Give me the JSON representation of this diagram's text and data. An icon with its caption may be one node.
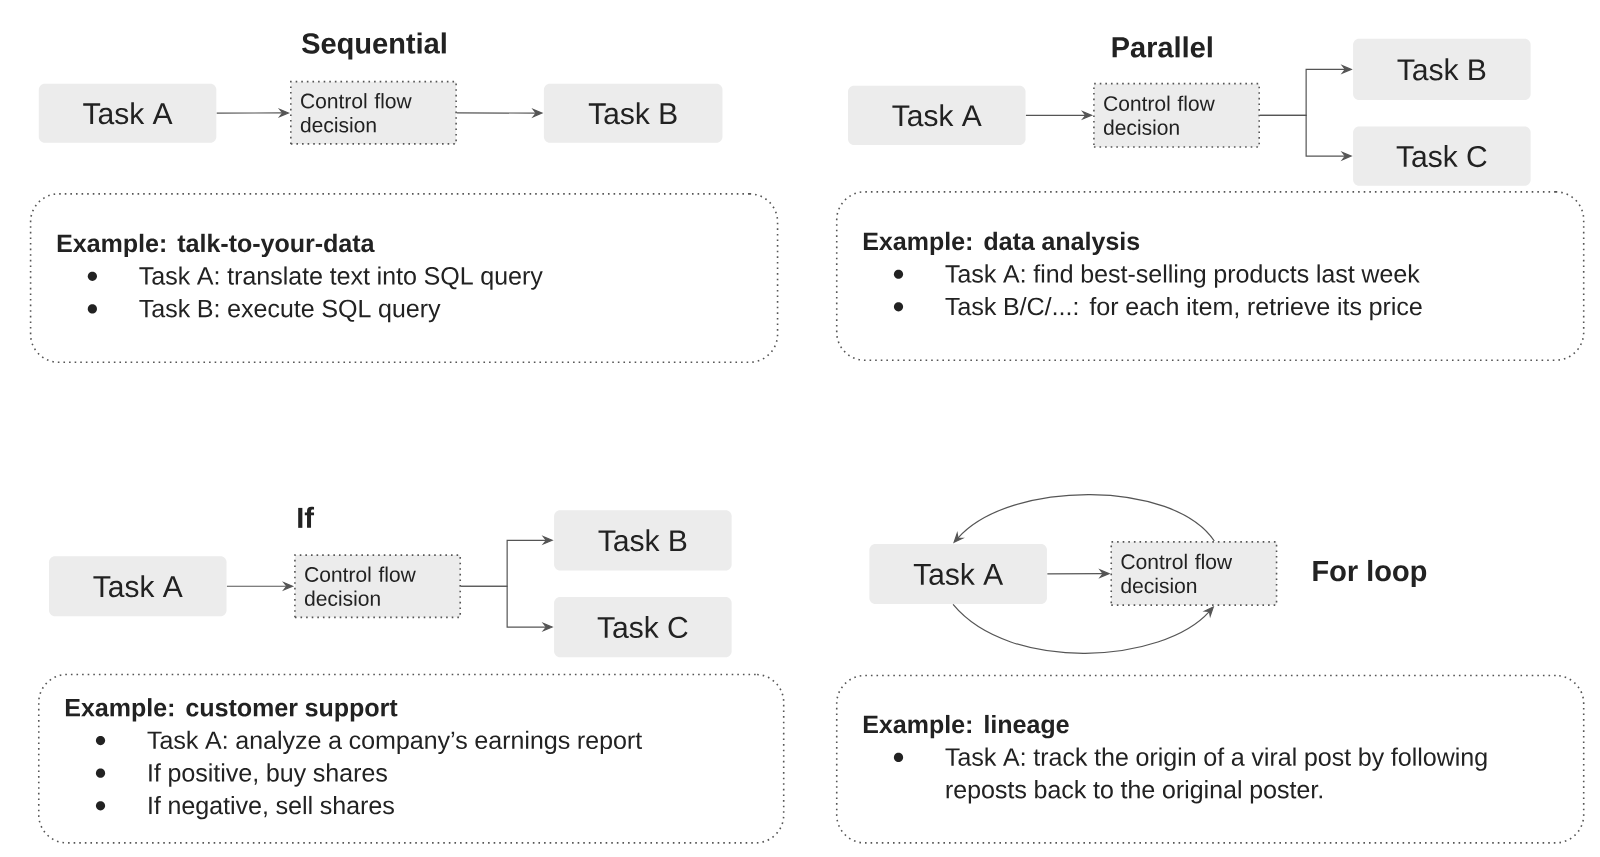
{
  "diagram": {
    "nodes": [
      {
        "text": [
          "Task A"
        ]
      },
      {
        "text": [
          "Control flow decision"
        ]
      },
      {
        "text": [
          "Task B"
        ]
      },
      {
        "text": [
          "Example: talk-to-your-data",
          "Task A: translate text into SQL query",
          "Task B: execute SQL query"
        ]
      },
      {
        "text": [
          "Task A"
        ]
      },
      {
        "text": [
          "Control flow decision"
        ]
      },
      {
        "text": [
          "Task B"
        ]
      },
      {
        "text": [
          "Task C"
        ]
      },
      {
        "text": [
          "Example: data analysis",
          "Task A:  find best-selling products last week",
          "Task B/C/...: for each item, retrieve its price"
        ]
      },
      {
        "text": [
          "Task A"
        ]
      },
      {
        "text": [
          "Control flow decision"
        ]
      },
      {
        "text": [
          "Task B"
        ]
      },
      {
        "text": [
          "Task C"
        ]
      },
      {
        "text": [
          "Example: customer support",
          "Task A: analyze a company’s earnings report",
          "If positive, buy shares",
          "If negative, sell shares"
        ]
      },
      {
        "text": [
          "Task A"
        ]
      },
      {
        "text": [
          "Control flow decision"
        ]
      },
      {
        "text": [
          "Example: lineage",
          "Task A:  track the origin of a viral post by following reposts back to the original poster."
        ]
      }
    ],
    "edges": [
      {
        "from": 0,
        "to": 1,
        "arrow": "to"
      },
      {
        "from": 1,
        "to": 2,
        "arrow": "to"
      },
      {
        "from": 4,
        "to": 5,
        "arrow": "to"
      },
      {
        "from": 5,
        "to": 6,
        "arrow": "to"
      },
      {
        "from": 5,
        "to": 7,
        "arrow": "to"
      },
      {
        "from": 9,
        "to": 10,
        "arrow": "to"
      },
      {
        "from": 10,
        "to": 11,
        "arrow": "to"
      },
      {
        "from": 10,
        "to": 12,
        "arrow": "to"
      },
      {
        "from": 14,
        "to": 15,
        "arrow": "to"
      },
      {
        "from": 15,
        "to": 14,
        "arrow": "to"
      },
      {
        "from": 14,
        "to": 15,
        "arrow": "to"
      }
    ],
    "labels": [
      "Sequential",
      "Parallel",
      "If",
      "For loop"
    ]
  }
}
